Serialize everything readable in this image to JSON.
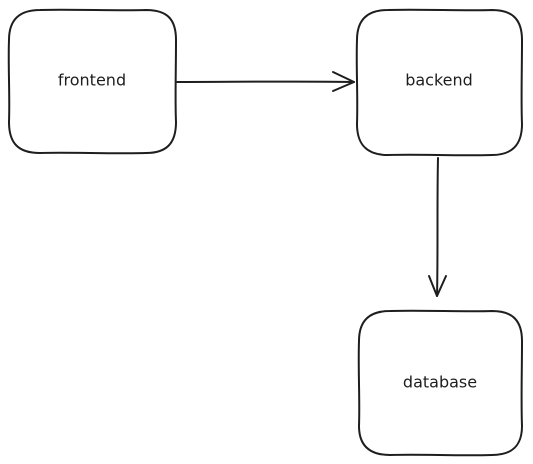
{
  "diagram": {
    "nodes": {
      "frontend": {
        "label": "frontend"
      },
      "backend": {
        "label": "backend"
      },
      "database": {
        "label": "database"
      }
    },
    "edges": [
      {
        "from": "frontend",
        "to": "backend"
      },
      {
        "from": "backend",
        "to": "database"
      }
    ]
  },
  "colors": {
    "stroke": "#1e1e1e",
    "background": "#ffffff"
  }
}
